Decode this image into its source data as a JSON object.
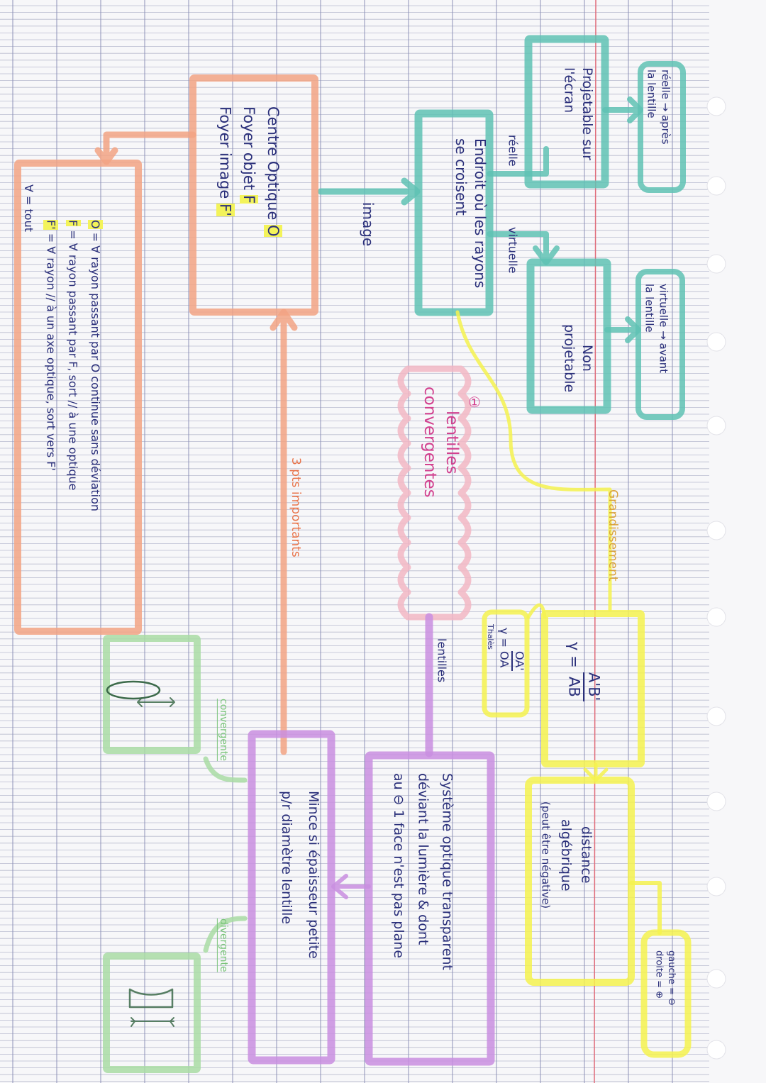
{
  "colors": {
    "teal": "#5fc2b4",
    "orange": "#f2a384",
    "pink": "#f2b7c4",
    "yellow": "#f4f24f",
    "purple": "#c98ee0",
    "green": "#a9dca4",
    "ink": "#2a2f7a",
    "margin_red": "#e06c7a"
  },
  "image_map": {
    "label": "image",
    "center": "Endroit où les rayons se croisent",
    "real_label": "réelle",
    "virtual_label": "virtuelle",
    "real_box": "Projetable sur l'écran",
    "real_result": [
      "réelle → après",
      "la lentille"
    ],
    "virtual_box": "Non projetable",
    "virtual_result": [
      "virtuelle → avant",
      "la lentille"
    ]
  },
  "points": {
    "items": [
      "Centre Optique",
      "Foyer objet",
      "Foyer image"
    ],
    "symbols": [
      "O",
      "F",
      "F'"
    ],
    "caption": "3 pts importants",
    "rules": [
      {
        "sym": "O",
        "text": " = ∀ rayon passant par O continue sans déviation"
      },
      {
        "sym": "F",
        "text": " = ∀ rayon passant par F, sort // à une optique"
      },
      {
        "sym": "F'",
        "text": " = ∀ rayon // à un axe optique, sort vers F'"
      }
    ],
    "footnote": "∀ = tout"
  },
  "lentilles": {
    "marker": "①",
    "title": [
      "lentilles",
      "convergentes"
    ],
    "link_label": "lentilles",
    "definition": [
      "Système optique transparent",
      "déviant la lumière & dont",
      "au ⊖ 1 face n'est pas plane"
    ],
    "mince": [
      "Mince si épaisseur petite",
      "p/r diamètre lentille"
    ],
    "convergente": "convergente",
    "divergente": "divergente"
  },
  "grandissement": {
    "title": "Grandissement",
    "formula_lhs": "γ = ",
    "formula_num": "A'B'",
    "formula_den": "AB",
    "thales_lhs": "γ = ",
    "thales_num": "OA'",
    "thales_den": "OA",
    "thales_label": "Thalès",
    "distance": [
      "distance",
      "algébrique",
      "(peut être négative)"
    ],
    "signs": [
      "gauche = ⊖",
      "droite = ⊕"
    ]
  }
}
